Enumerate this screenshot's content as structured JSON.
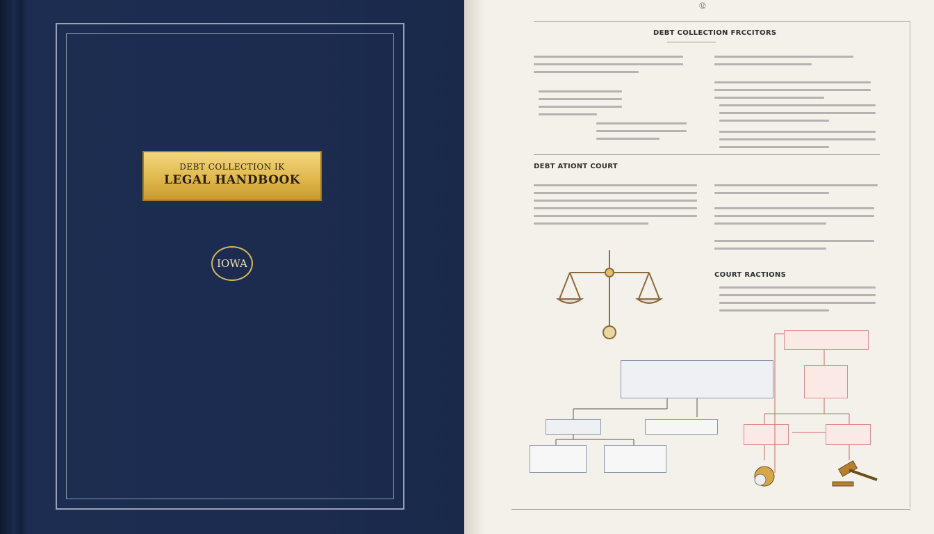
{
  "cover": {
    "title_line1": "DEBT COLLECTION IK",
    "title_line2": "LEGAL HANDBOOK",
    "seal_text": "IOWA",
    "colors": {
      "cover": "#1c2c4f",
      "plate": "#e0b84e"
    }
  },
  "page": {
    "page_number": "⑫",
    "section1_heading": "DEBT COLLECTION FRCCITORS",
    "section2_heading": "DEBT ATIONT COURT",
    "section3_heading": "COURT RACTIONS",
    "icons": [
      "scales-of-justice-icon",
      "gavel-icon",
      "handshake-icon"
    ]
  }
}
